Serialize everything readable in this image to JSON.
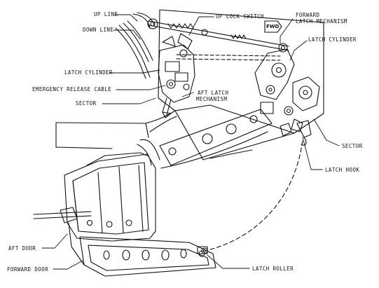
{
  "diagram": {
    "labels": {
      "up_line": "UP LINE",
      "down_line": "DOWN LINE",
      "up_lock_switch": "UP LOCK SWITCH",
      "forward_latch_l1": "FORWARD",
      "forward_latch_l2": "LATCH MECHANISM",
      "latch_cylinder_right": "LATCH CYLINDER",
      "latch_cylinder_left": "LATCH CYLINDER",
      "emergency_release_cable": "EMERGENCY RELEASE CABLE",
      "sector_left": "SECTOR",
      "aft_latch_l1": "AFT LATCH",
      "aft_latch_l2": "MECHANISM",
      "sector_right": "SECTOR",
      "latch_hook": "LATCH HOOK",
      "aft_door": "AFT DOOR",
      "forward_door": "FORWARD DOOR",
      "latch_roller": "LATCH ROLLER",
      "fwd_arrow": "FWD"
    }
  }
}
